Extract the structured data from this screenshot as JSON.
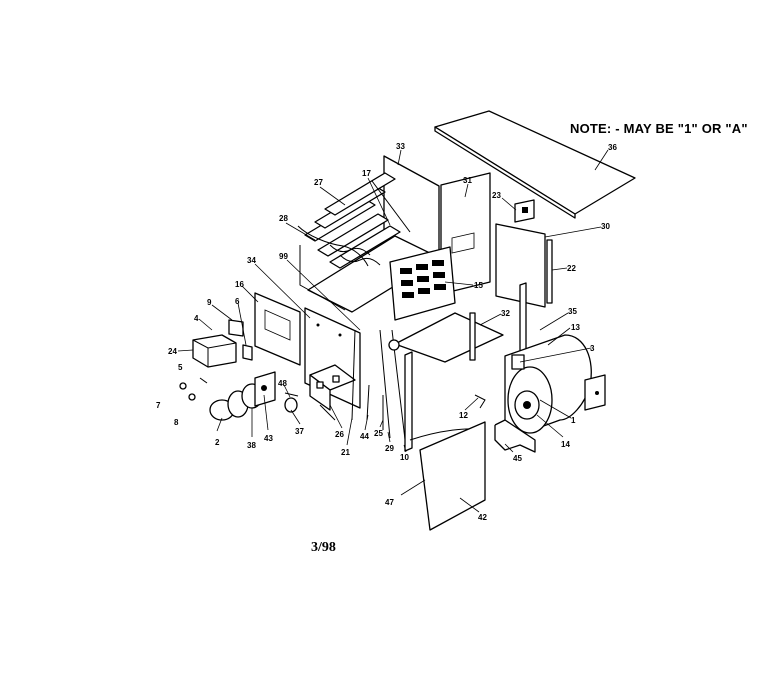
{
  "note": "NOTE:  - MAY BE \"1\" OR \"A\"",
  "date_code": "3/98",
  "callouts": [
    "36",
    "33",
    "31",
    "23",
    "30",
    "22",
    "27",
    "17",
    "28",
    "15",
    "99",
    "34",
    "16",
    "9",
    "6",
    "4",
    "24",
    "35",
    "13",
    "3",
    "32",
    "48",
    "5",
    "7",
    "8",
    "2",
    "38",
    "43",
    "37",
    "26",
    "44",
    "21",
    "25",
    "29",
    "10",
    "12",
    "1",
    "14",
    "45",
    "47",
    "42"
  ]
}
